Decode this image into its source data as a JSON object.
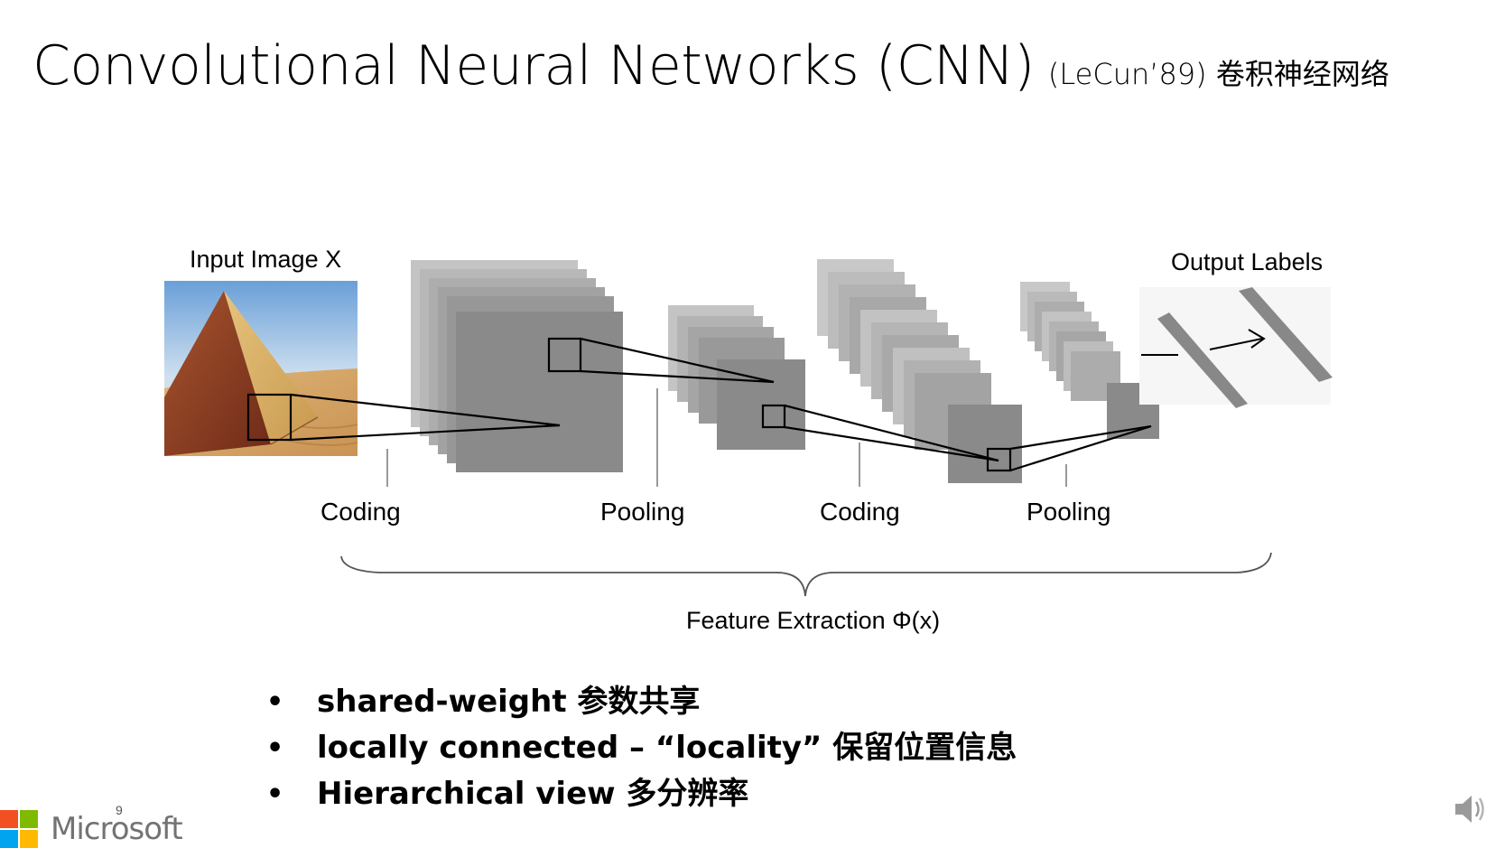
{
  "slide": {
    "title": "Convolutional Neural Networks (CNN)",
    "subtitle": "(LeCun’89) 卷积神经网络",
    "page_number": "9"
  },
  "diagram": {
    "input_label": "Input Image X",
    "output_label": "Output Labels",
    "stages": [
      {
        "label": "Coding"
      },
      {
        "label": "Pooling"
      },
      {
        "label": "Coding"
      },
      {
        "label": "Pooling"
      }
    ],
    "brace_label": "Feature Extraction Φ(x)",
    "colors": {
      "layer_fill": "#8a8a8a",
      "layer_back": "#c8c8c8",
      "output_bar": "#888888",
      "lines": "#000000"
    }
  },
  "bullets": [
    {
      "text": "shared-weight 参数共享"
    },
    {
      "text": "locally connected – “locality” 保留位置信息"
    },
    {
      "text": "Hierarchical view 多分辨率"
    }
  ],
  "footer": {
    "logo_text": "Microsoft",
    "logo_colors": [
      "#f25022",
      "#7fba00",
      "#00a4ef",
      "#ffb900"
    ],
    "speaker_icon": "speaker-icon"
  }
}
